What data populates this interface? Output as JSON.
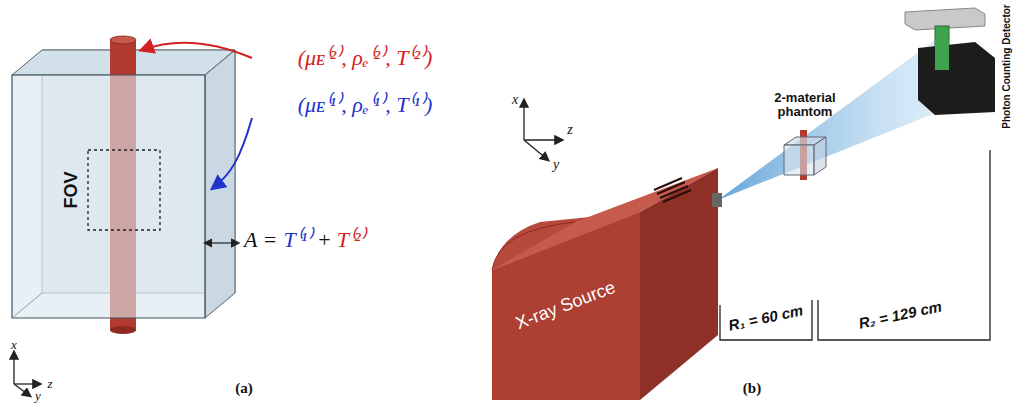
{
  "diagram": {
    "nodes": [
      {
        "text": [
          "X-ray Source"
        ]
      }
    ],
    "labels": [
      "(μᴇ⁽²⁾, ρₑ⁽²⁾, T⁽²⁾)",
      "(μᴇ⁽¹⁾, ρₑ⁽¹⁾, T⁽¹⁾)",
      "FOV",
      "A =",
      "T⁽¹⁾",
      "+",
      "T⁽²⁾",
      "x",
      "z",
      "y",
      "(a)",
      "x",
      "y",
      "z",
      "2-material phantom",
      "Photon Counting Detector",
      "R₁ = 60 cm",
      "R₂ = 129 cm",
      "(b)"
    ]
  }
}
